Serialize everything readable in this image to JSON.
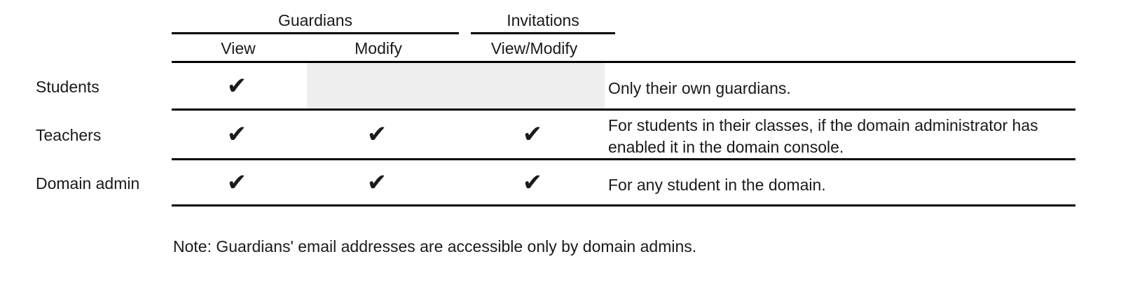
{
  "table": {
    "colors": {
      "rule": "#000000",
      "shaded_cell": "#eeeeee",
      "text": "#1a1a1a",
      "background": "#ffffff"
    },
    "group_headers": [
      {
        "label": "Guardians"
      },
      {
        "label": "Invitations"
      }
    ],
    "column_headers": [
      {
        "label": "View"
      },
      {
        "label": "Modify"
      },
      {
        "label": "View/Modify"
      }
    ],
    "check_glyph": "✔",
    "rows": [
      {
        "label": "Students",
        "guardians_view": "✔",
        "guardians_modify": "",
        "invitations_view_modify": "",
        "note": "Only their own guardians."
      },
      {
        "label": "Teachers",
        "guardians_view": "✔",
        "guardians_modify": "✔",
        "invitations_view_modify": "✔",
        "note": "For students in their classes, if the domain administrator has enabled it in the domain console."
      },
      {
        "label": "Domain admin",
        "guardians_view": "✔",
        "guardians_modify": "✔",
        "invitations_view_modify": "✔",
        "note": "For any student in the domain."
      }
    ]
  },
  "footnote": "Note: Guardians' email addresses are accessible only by domain admins."
}
